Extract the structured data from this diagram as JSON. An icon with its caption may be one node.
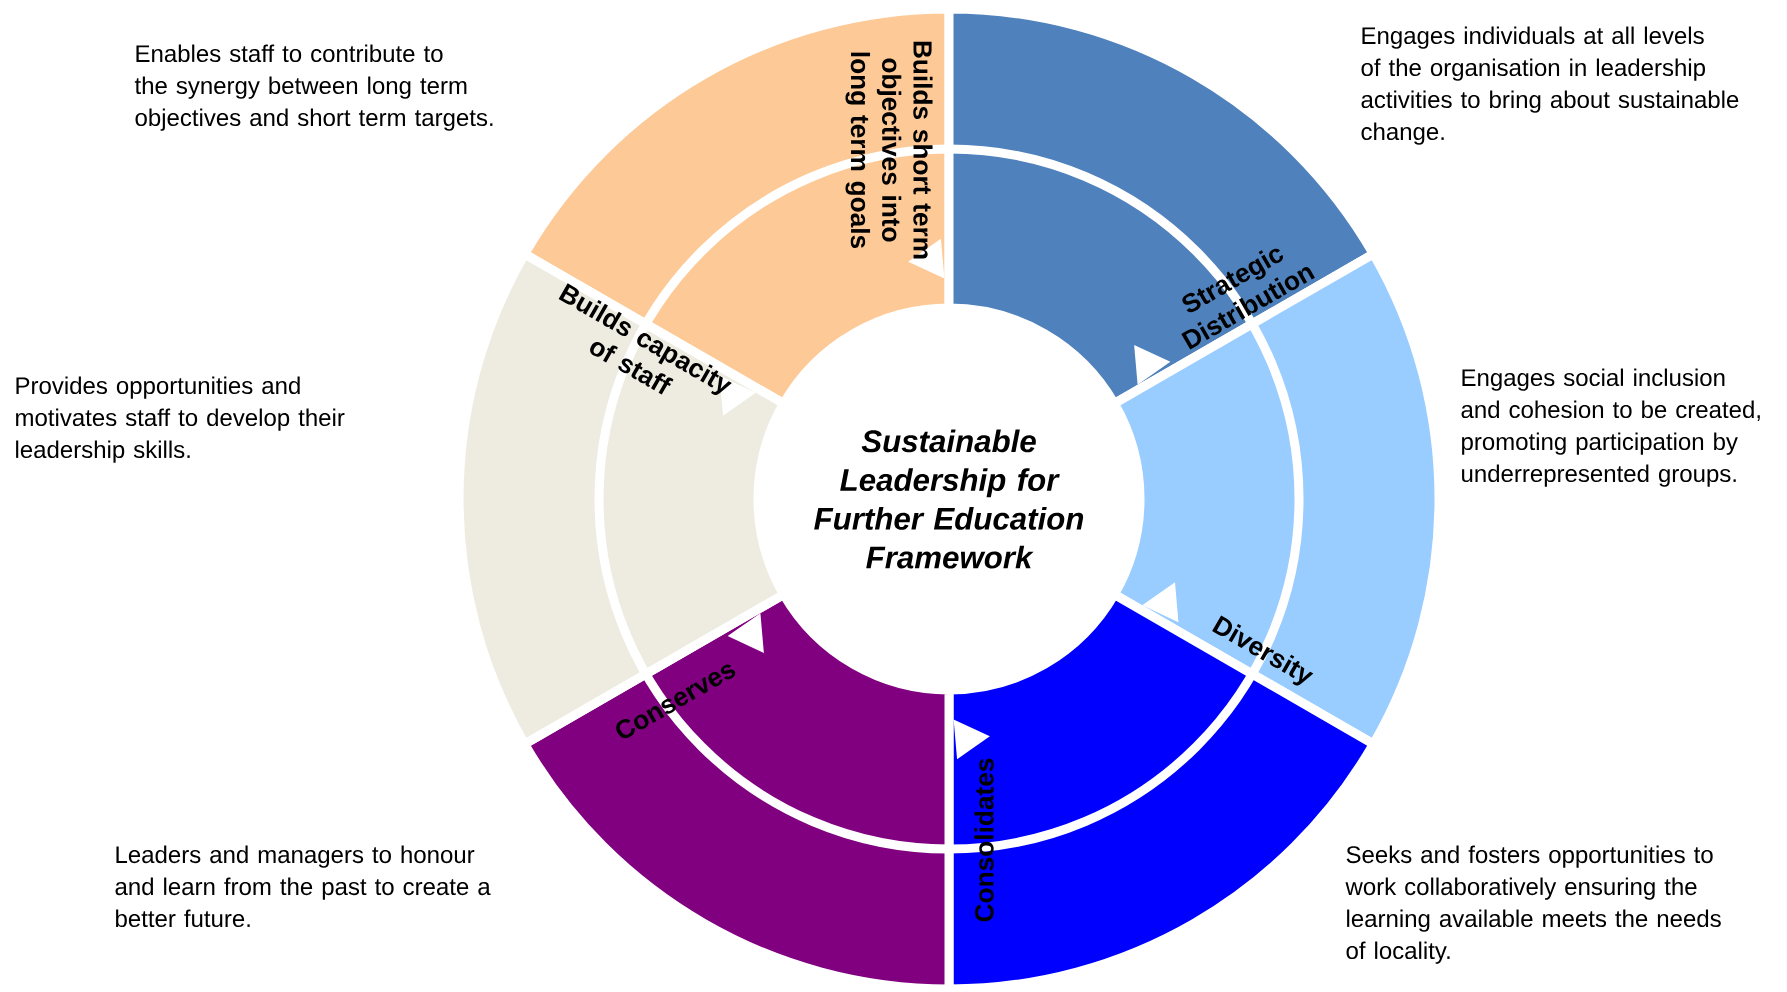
{
  "diagram": {
    "nodes": [
      {
        "text": [
          "Sustainable Leadership for Further Education Framework"
        ]
      },
      {
        "text": [
          "Builds short term objectives into long term goals"
        ]
      },
      {
        "text": [
          "Strategic Distribution"
        ]
      },
      {
        "text": [
          "Diversity"
        ]
      },
      {
        "text": [
          "Consolidates"
        ]
      },
      {
        "text": [
          "Conserves"
        ]
      },
      {
        "text": [
          "Builds capacity of staff"
        ]
      }
    ],
    "labels": [
      "Enables staff to contribute to the synergy between long term objectives and short term targets.",
      "Engages individuals at all levels of the organisation in leadership activities to bring about sustainable change.",
      "Provides opportunities and motivates staff to develop their leadership skills.",
      "Engages social inclusion and cohesion to be created, promoting participation by underrepresented groups.",
      "Leaders and managers to honour and learn from the past to create a better future.",
      "Seeks and fosters opportunities to work collaboratively ensuring the learning available meets the needs of locality."
    ]
  }
}
